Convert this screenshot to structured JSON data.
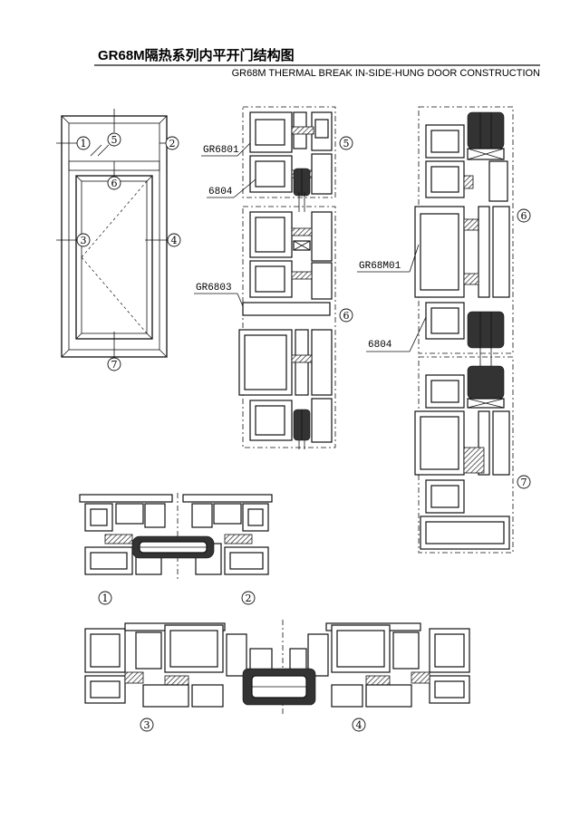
{
  "header": {
    "title_cn": "GR68M隔热系列内平开门结构图",
    "title_en": "GR68M THERMAL BREAK IN-SIDE-HUNG DOOR CONSTRUCTION"
  },
  "elevation": {
    "markers": [
      "1",
      "2",
      "3",
      "4",
      "5",
      "6",
      "7"
    ]
  },
  "section_a": {
    "labels": [
      "GR6801",
      "6804",
      "GR6803"
    ],
    "markers": [
      "5",
      "6"
    ]
  },
  "section_b": {
    "labels": [
      "GR68M01",
      "6804"
    ],
    "markers": [
      "6",
      "7"
    ]
  },
  "section_c": {
    "markers": [
      "1",
      "2"
    ]
  },
  "section_d": {
    "markers": [
      "3",
      "4"
    ]
  },
  "colors": {
    "line": "#111111",
    "background": "#ffffff"
  }
}
